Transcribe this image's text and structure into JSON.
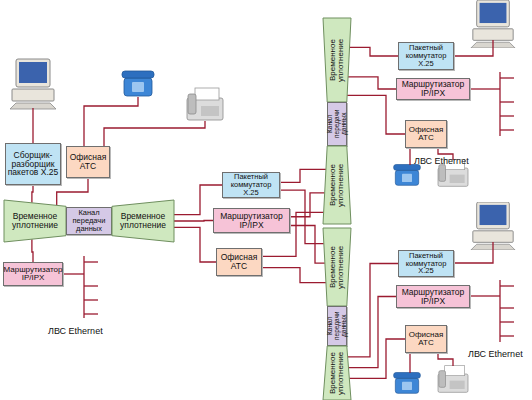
{
  "diagram": {
    "nodes": [
      {
        "text": [
          "Сборщик-разборщик пакетов X.25"
        ]
      },
      {
        "text": [
          "Офисная АТС"
        ]
      },
      {
        "text": [
          "Временное уплотнение"
        ]
      },
      {
        "text": [
          "Канал передачи данных"
        ]
      },
      {
        "text": [
          "Временное уплотнение"
        ]
      },
      {
        "text": [
          "Маршрутизатор IP/IPX"
        ]
      },
      {
        "text": [
          "Пакетный коммутатор X.25"
        ]
      },
      {
        "text": [
          "Маршрутизатор IP/IPX"
        ]
      },
      {
        "text": [
          "Офисная АТС"
        ]
      },
      {
        "text": [
          "Временное уплотнение"
        ]
      },
      {
        "text": [
          "Канал передачи данных"
        ]
      },
      {
        "text": [
          "Временное уплотнение"
        ]
      },
      {
        "text": [
          "Пакетный коммутатор X.25"
        ]
      },
      {
        "text": [
          "Маршрутизатор IP/IPX"
        ]
      },
      {
        "text": [
          "Офисная АТС"
        ]
      },
      {
        "text": [
          "Временное уплотнение"
        ]
      },
      {
        "text": [
          "Канал передачи данных"
        ]
      },
      {
        "text": [
          "Временное уплотнение"
        ]
      },
      {
        "text": [
          "Пакетный коммутатор X.25"
        ]
      },
      {
        "text": [
          "Маршрутизатор IP/IPX"
        ]
      },
      {
        "text": [
          "Офисная АТС"
        ]
      }
    ],
    "edges": [
      {
        "from": 0,
        "to": 2,
        "arrow": "none"
      },
      {
        "from": 1,
        "to": 2,
        "arrow": "none"
      },
      {
        "from": 5,
        "to": 2,
        "arrow": "none"
      },
      {
        "from": 4,
        "to": 6,
        "arrow": "none"
      },
      {
        "from": 4,
        "to": 7,
        "arrow": "none"
      },
      {
        "from": 4,
        "to": 8,
        "arrow": "none"
      },
      {
        "from": 6,
        "to": 11,
        "arrow": "none"
      },
      {
        "from": 6,
        "to": 15,
        "arrow": "none"
      },
      {
        "from": 7,
        "to": 11,
        "arrow": "none"
      },
      {
        "from": 7,
        "to": 15,
        "arrow": "none"
      },
      {
        "from": 8,
        "to": 11,
        "arrow": "none"
      },
      {
        "from": 8,
        "to": 15,
        "arrow": "none"
      },
      {
        "from": 9,
        "to": 12,
        "arrow": "none"
      },
      {
        "from": 9,
        "to": 13,
        "arrow": "none"
      },
      {
        "from": 9,
        "to": 14,
        "arrow": "none"
      },
      {
        "from": 17,
        "to": 18,
        "arrow": "none"
      },
      {
        "from": 17,
        "to": 19,
        "arrow": "none"
      },
      {
        "from": 17,
        "to": 20,
        "arrow": "none"
      }
    ],
    "labels": [
      "ЛВС Ethernet",
      "ЛВС Ethernet",
      "ЛВС Ethernet"
    ]
  }
}
